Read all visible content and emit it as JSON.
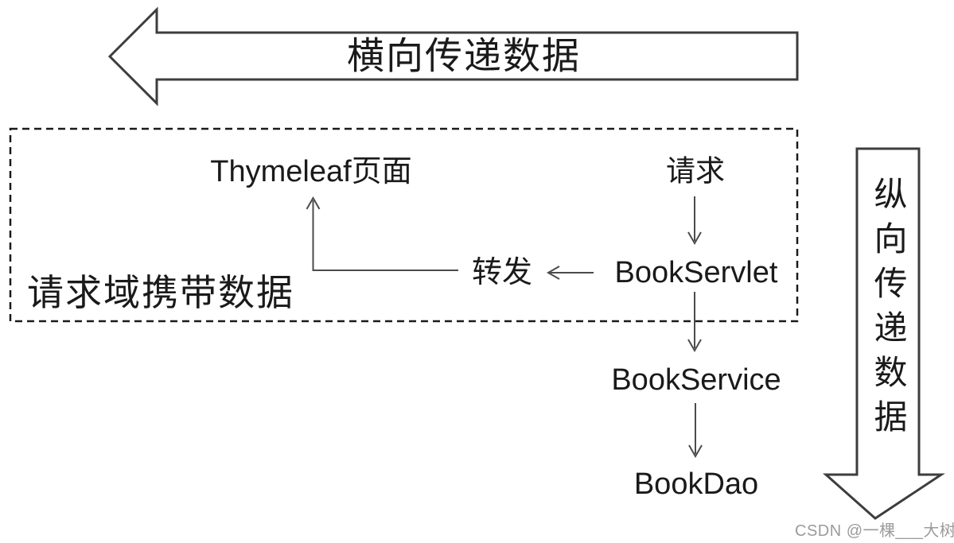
{
  "colors": {
    "background": "#ffffff",
    "block_arrow_outline": "#3d3d3d",
    "thin_arrow": "#4b4b4b",
    "dashed_border": "#1a1a1a",
    "text": "#1a1a1a",
    "watermark": "#9b9b9b"
  },
  "big_arrows": {
    "horizontal": {
      "label": "横向传递数据",
      "direction": "left"
    },
    "vertical": {
      "label": "纵向传递数据",
      "direction": "down"
    }
  },
  "request_scope_box": {
    "caption": "请求域携带数据"
  },
  "nodes": {
    "thymeleaf_page": "Thymeleaf页面",
    "request": "请求",
    "forward": "转发",
    "book_servlet": "BookServlet",
    "book_service": "BookService",
    "book_dao": "BookDao"
  },
  "watermark": "CSDN @一棵___大树"
}
